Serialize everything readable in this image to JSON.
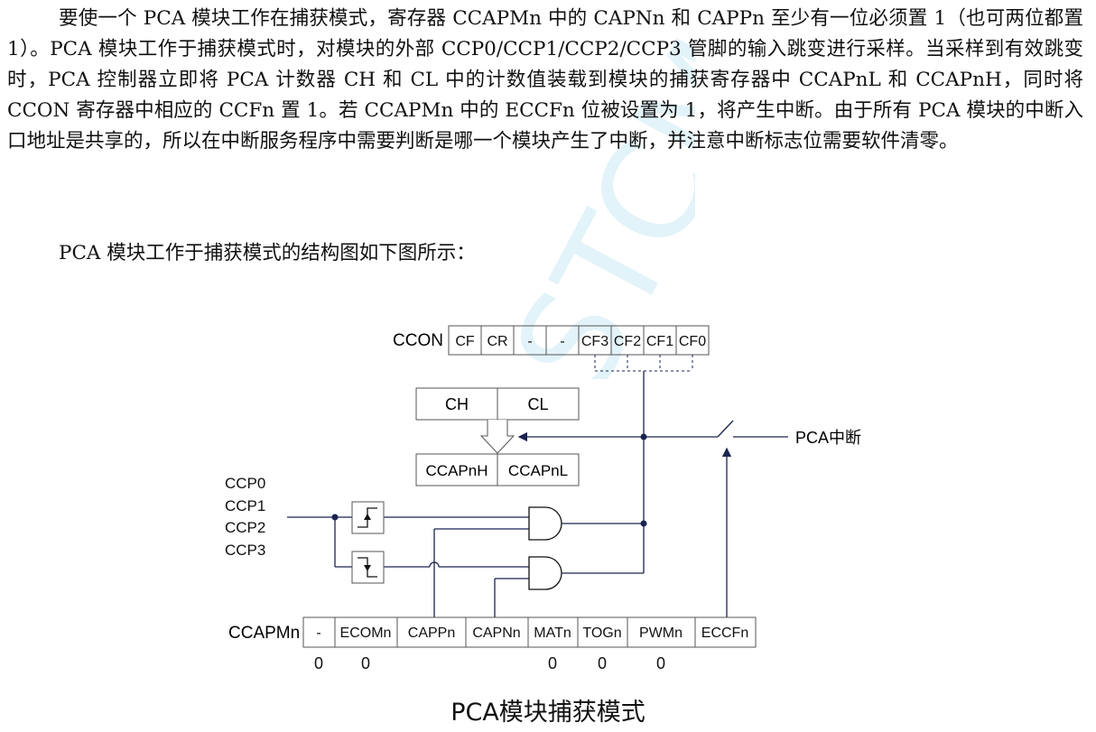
{
  "text": {
    "paragraph1": "要使一个 PCA 模块工作在捕获模式，寄存器 CCAPMn 中的 CAPNn 和 CAPPn 至少有一位必须置 1（也可两位都置 1）。PCA 模块工作于捕获模式时，对模块的外部 CCP0/CCP1/CCP2/CCP3 管脚的输入跳变进行采样。当采样到有效跳变时，PCA 控制器立即将 PCA 计数器 CH 和 CL 中的计数值装载到模块的捕获寄存器中 CCAPnL 和 CCAPnH，同时将 CCON 寄存器中相应的 CCFn 置 1。若 CCAPMn 中的 ECCFn 位被设置为 1，将产生中断。由于所有 PCA 模块的中断入口地址是共享的，所以在中断服务程序中需要判断是哪一个模块产生了中断，并注意中断标志位需要软件清零。",
    "paragraph2": "PCA 模块工作于捕获模式的结构图如下图所示：",
    "watermark": "STCMCU",
    "caption": "PCA模块捕获模式"
  },
  "diagram": {
    "ccon": {
      "label": "CCON",
      "bits": [
        "CF",
        "CR",
        "-",
        "-",
        "CF3",
        "CF2",
        "CF1",
        "CF0"
      ]
    },
    "counter": {
      "high": "CH",
      "low": "CL"
    },
    "capture": {
      "high": "CCAPnH",
      "low": "CCAPnL"
    },
    "pins": [
      "CCP0",
      "CCP1",
      "CCP2",
      "CCP3"
    ],
    "interrupt_label": "PCA中断",
    "ccapm": {
      "label": "CCAPMn",
      "bits": [
        "-",
        "ECOMn",
        "CAPPn",
        "CAPNn",
        "MATn",
        "TOGn",
        "PWMn",
        "ECCFn"
      ],
      "values": [
        "0",
        "0",
        "",
        "",
        "0",
        "0",
        "0",
        ""
      ]
    },
    "colors": {
      "line": "#1a2450",
      "box": "#555555",
      "watermark": "#d9eff8"
    }
  }
}
